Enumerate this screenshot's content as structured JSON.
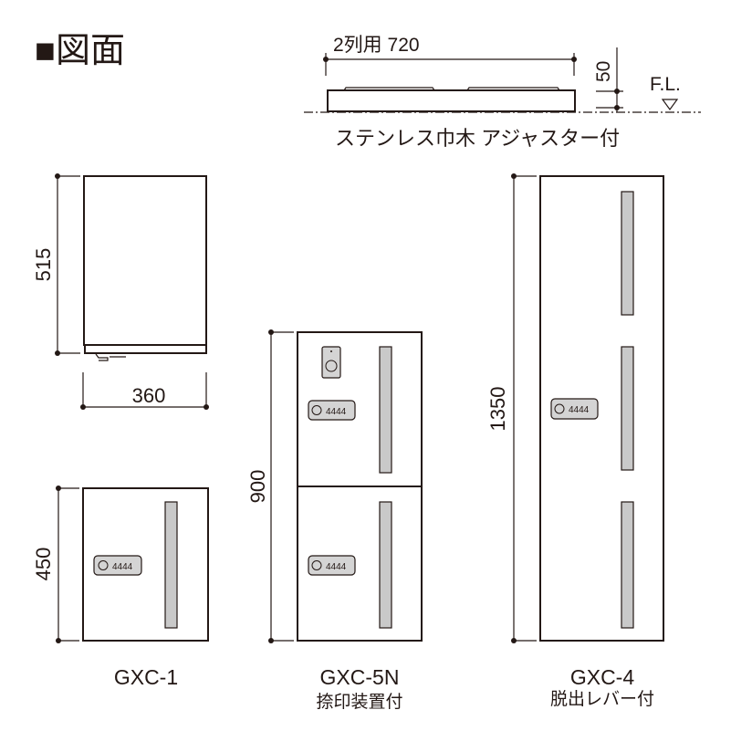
{
  "title": "■図面",
  "base": {
    "width_label": "2列用 720",
    "height_label": "50",
    "floor_label": "F.L.",
    "caption": "ステンレス巾木 アジャスター付"
  },
  "top_view": {
    "depth_label": "515",
    "width_label": "360"
  },
  "models": [
    {
      "name": "GXC-1",
      "height_label": "450",
      "note": ""
    },
    {
      "name": "GXC-5N",
      "height_label": "900",
      "note": "捺印装置付"
    },
    {
      "name": "GXC-4",
      "height_label": "1350",
      "note": "脱出レバー付"
    }
  ],
  "lock_digits": "4444"
}
